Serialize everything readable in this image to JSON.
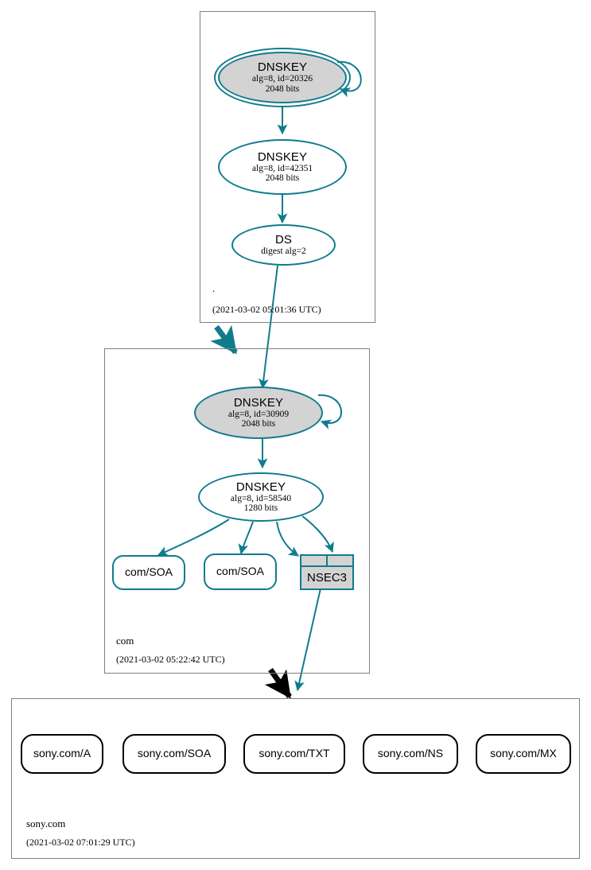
{
  "diagram": {
    "title": "DNSSEC authentication chain for sony.com",
    "accent_color": "#0f7c8c",
    "secure_fill": "#d3d3d3",
    "zone_border_color": "#808080"
  },
  "zones": [
    {
      "id": "root",
      "label": ".",
      "timestamp": "(2021-03-02 05:01:36 UTC)",
      "nodes": [
        {
          "id": "root-ksk",
          "type": "dnskey-ksk",
          "title": "DNSKEY",
          "line2": "alg=8, id=20326",
          "line3": "2048 bits"
        },
        {
          "id": "root-zsk",
          "type": "dnskey",
          "title": "DNSKEY",
          "line2": "alg=8, id=42351",
          "line3": "2048 bits"
        },
        {
          "id": "root-ds",
          "type": "ds",
          "title": "DS",
          "line2": "digest alg=2",
          "line3": ""
        }
      ]
    },
    {
      "id": "com",
      "label": "com",
      "timestamp": "(2021-03-02 05:22:42 UTC)",
      "nodes": [
        {
          "id": "com-ksk",
          "type": "dnskey-ksk-secure",
          "title": "DNSKEY",
          "line2": "alg=8, id=30909",
          "line3": "2048 bits"
        },
        {
          "id": "com-zsk",
          "type": "dnskey",
          "title": "DNSKEY",
          "line2": "alg=8, id=58540",
          "line3": "1280 bits"
        },
        {
          "id": "com-soa-1",
          "type": "rrset",
          "title": "com/SOA"
        },
        {
          "id": "com-soa-2",
          "type": "rrset",
          "title": "com/SOA"
        },
        {
          "id": "com-nsec3",
          "type": "nsec3",
          "title": "NSEC3"
        }
      ]
    },
    {
      "id": "sony",
      "label": "sony.com",
      "timestamp": "(2021-03-02 07:01:29 UTC)",
      "nodes": [
        {
          "id": "sony-a",
          "type": "rrset-plain",
          "title": "sony.com/A"
        },
        {
          "id": "sony-soa",
          "type": "rrset-plain",
          "title": "sony.com/SOA"
        },
        {
          "id": "sony-txt",
          "type": "rrset-plain",
          "title": "sony.com/TXT"
        },
        {
          "id": "sony-ns",
          "type": "rrset-plain",
          "title": "sony.com/NS"
        },
        {
          "id": "sony-mx",
          "type": "rrset-plain",
          "title": "sony.com/MX"
        }
      ]
    }
  ]
}
